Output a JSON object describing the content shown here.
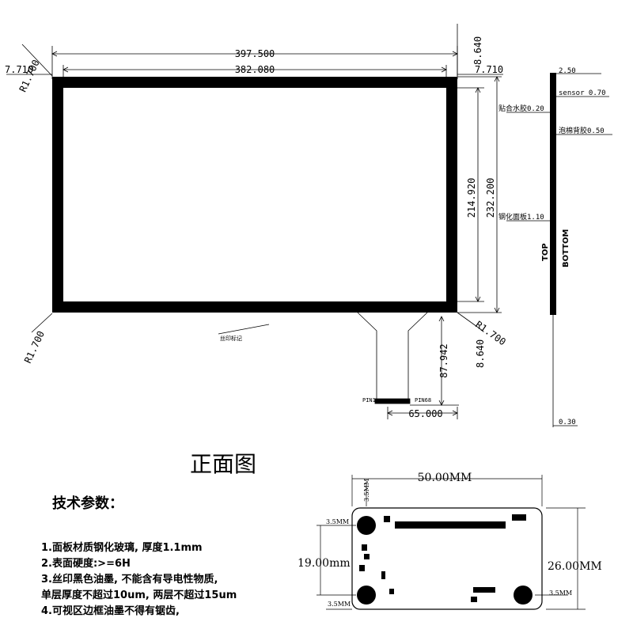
{
  "front_view": {
    "dims": {
      "overall_width": "397.500",
      "viewing_width": "382.080",
      "viewing_height": "214.920",
      "overall_height": "232.200",
      "left_margin": "7.710",
      "right_margin": "7.710",
      "top_margin": "8.640",
      "bottom_margin": "8.640",
      "radius_top_left": "R1.700",
      "radius_bottom_left": "R1.700",
      "radius_bottom_right": "R1.700",
      "fpc_length": "87.942",
      "fpc_offset": "65.000"
    },
    "silk_mark": "丝印标记",
    "pin_left": "PIN1",
    "pin_right": "PIN68"
  },
  "side_view": {
    "top_thickness": "2.50",
    "sensor": "sensor 0.70",
    "water_glue": "贴合水胶0.20",
    "foam_tape": "泡棉背胶0.50",
    "tempered_panel": "钢化面板1.10",
    "top": "TOP",
    "bottom": "BOTTOM",
    "bottom_value": "0.30"
  },
  "title": "正面图",
  "tech_heading": "技术参数：",
  "specs": [
    "1.面板材质钢化玻璃, 厚度1.1mm",
    "2.表面硬度:>=6H",
    "3.丝印黑色油墨, 不能含有导电性物质,",
    "单层厚度不超过10um, 两层不超过15um",
    "4.可视区边框油墨不得有锯齿,"
  ],
  "pcb": {
    "width": "50.00MM",
    "height": "26.00MM",
    "hole_spacing": "19.00mm",
    "margin_top_left": "3.5MM",
    "margin_bottom_left": "3.5MM",
    "margin_top": "3.5MM",
    "margin_right_bottom": "3.5MM"
  }
}
